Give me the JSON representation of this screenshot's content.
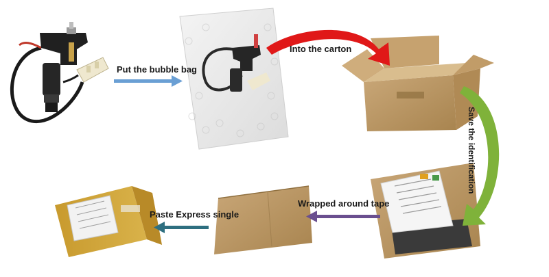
{
  "steps": [
    {
      "id": "bag",
      "label": "Put the bubble bag"
    },
    {
      "id": "carton",
      "label": "Into the carton"
    },
    {
      "id": "identification",
      "label": "Save the identification"
    },
    {
      "id": "tape",
      "label": "Wrapped around tape"
    },
    {
      "id": "express",
      "label": "Paste Express single"
    }
  ],
  "arrow_colors": {
    "bag": "#6a9fd4",
    "carton": "#e01818",
    "identification": "#7fb23a",
    "tape": "#6a4f8f",
    "express": "#2e6f80"
  }
}
